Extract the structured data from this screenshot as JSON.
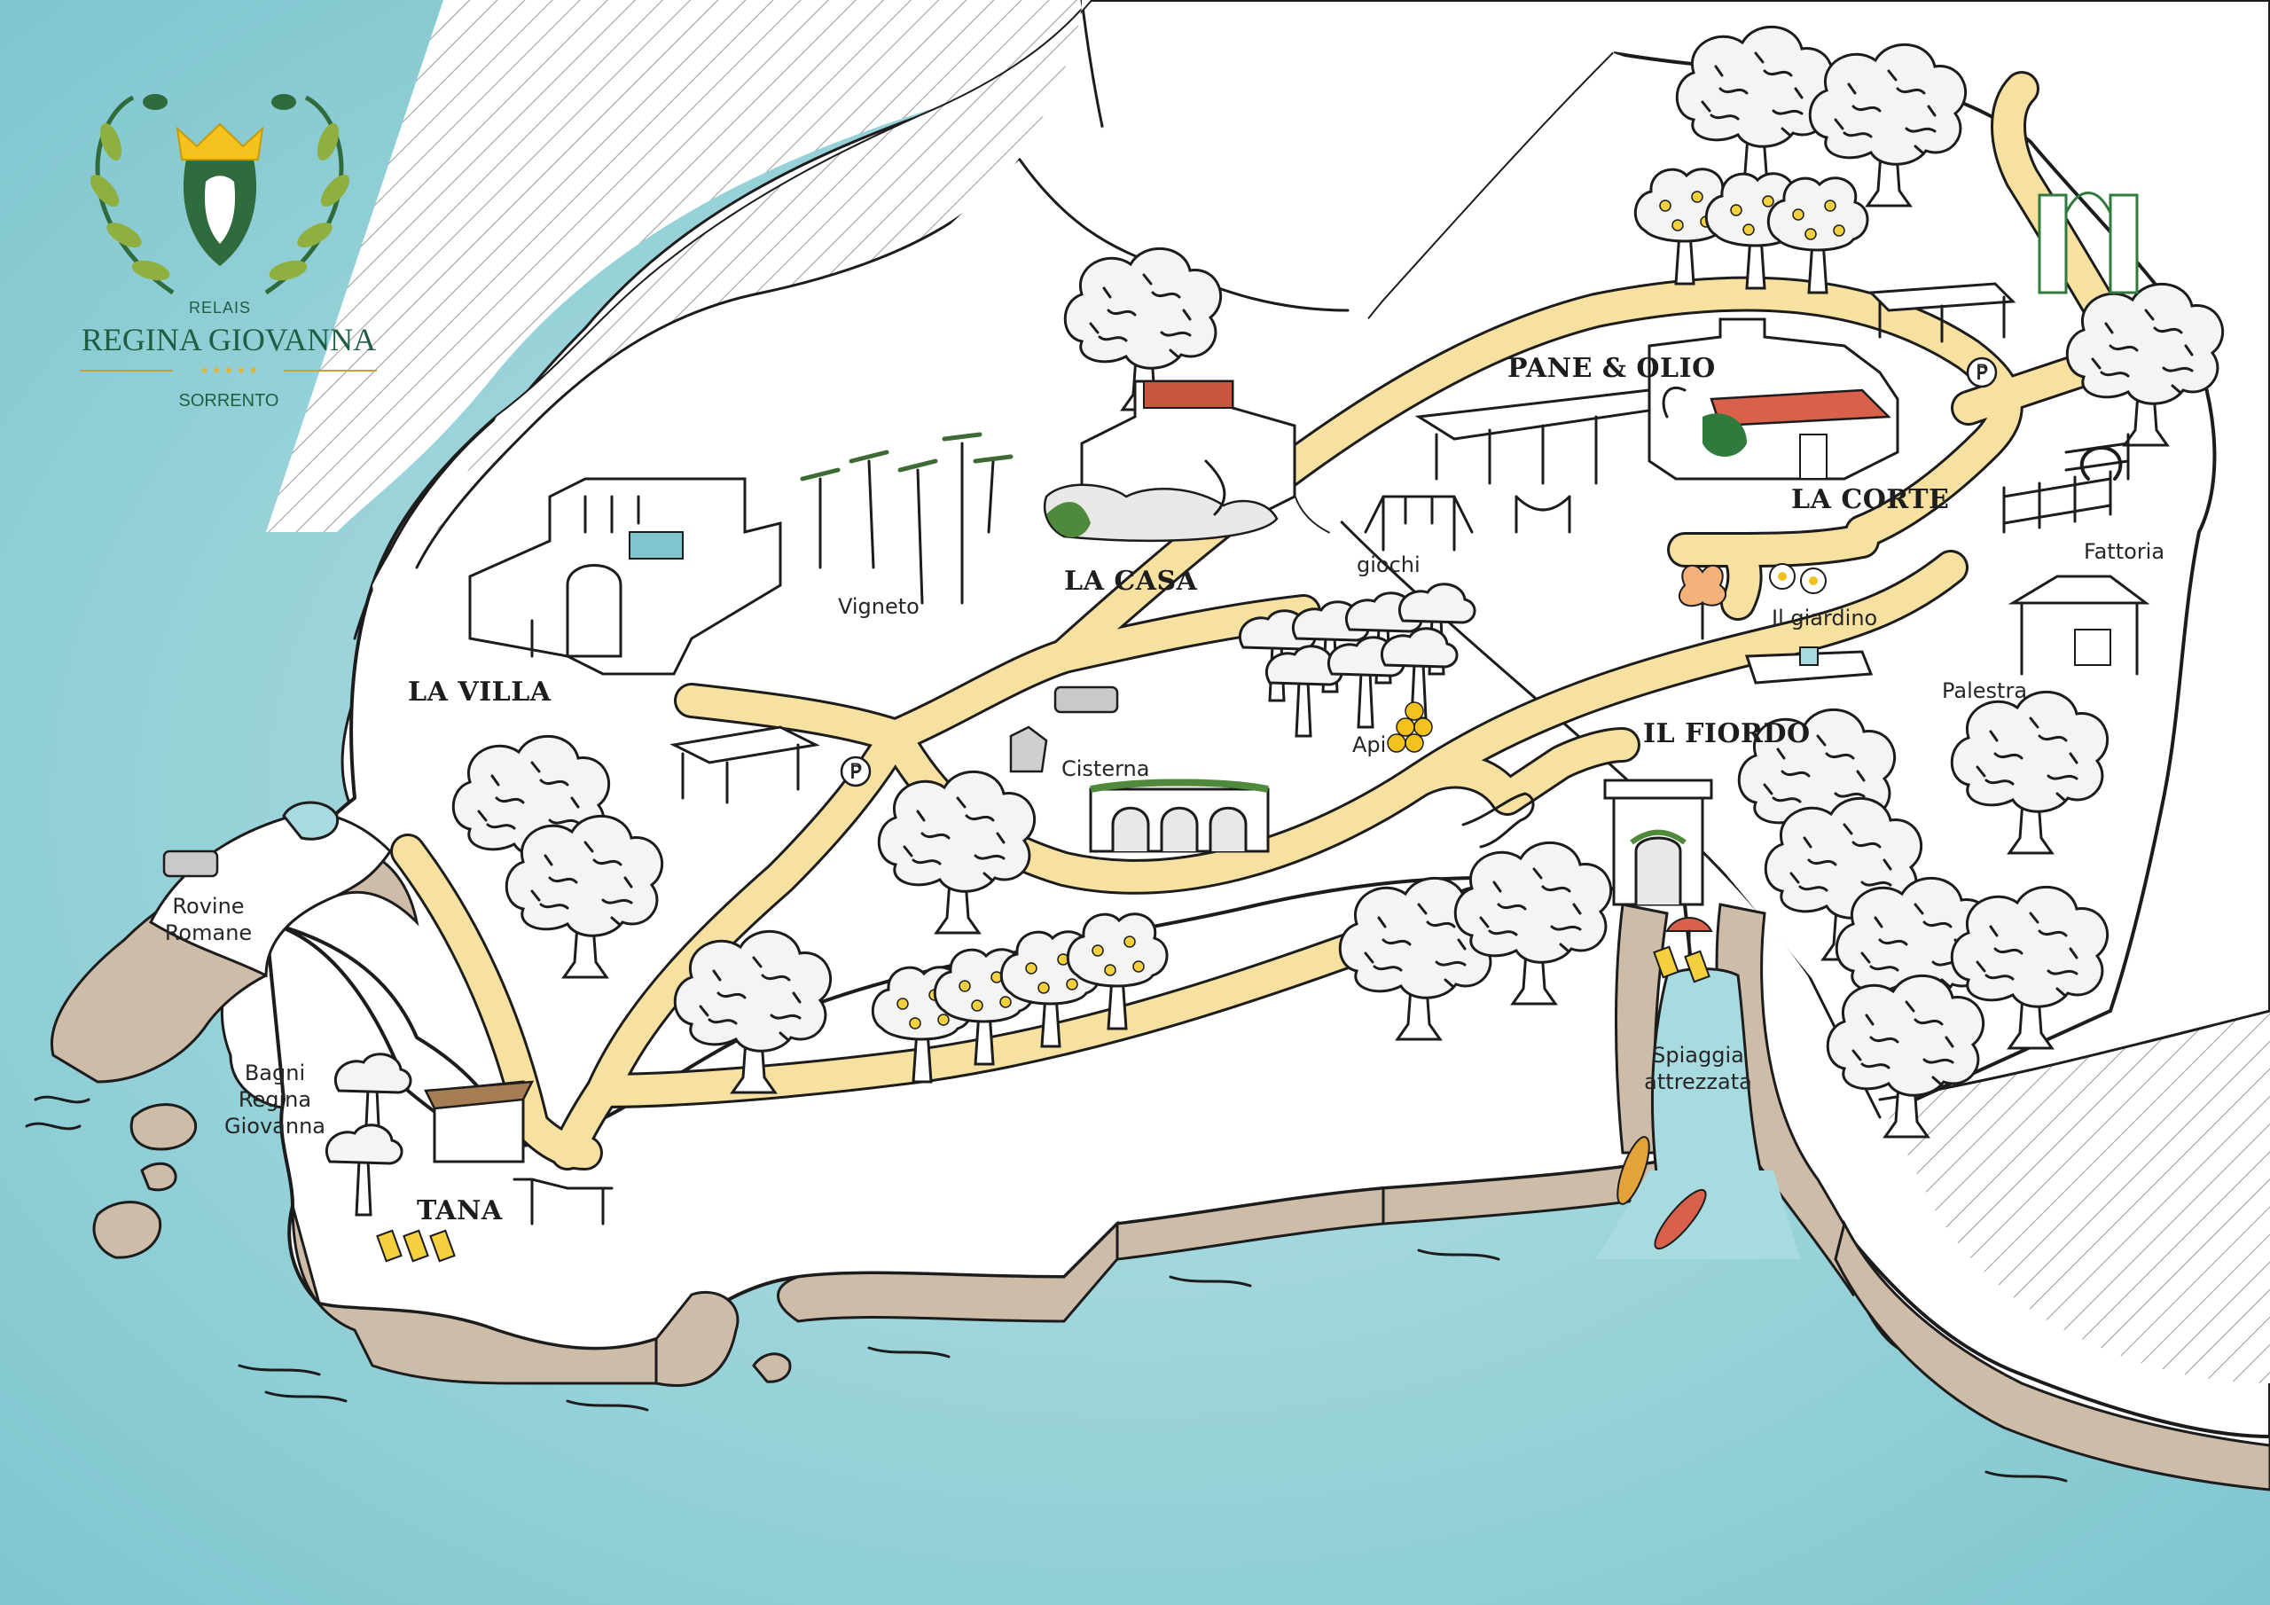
{
  "logo": {
    "relais": "RELAIS",
    "name": "REGINA GIOVANNA",
    "stars": "• • • • •",
    "city": "SORRENTO"
  },
  "labels": {
    "la_villa": "LA VILLA",
    "vigneto": "Vigneto",
    "la_casa": "LA CASA",
    "giochi": "giochi",
    "pane_olio": "PANE & OLIO",
    "la_corte": "LA CORTE",
    "fattoria": "Fattoria",
    "il_giardino": "Il giardino",
    "palestra": "Palestra",
    "api": "Api",
    "cisterna": "Cisterna",
    "il_fiordo": "IL FIORDO",
    "rovine_line1": "Rovine",
    "rovine_line2": "Romane",
    "bagni_line1": "Bagni",
    "bagni_line2": "Regina",
    "bagni_line3": "Giovanna",
    "tana": "TANA",
    "spiaggia_line1": "Spiaggia",
    "spiaggia_line2": "attrezzata",
    "parking": "P"
  },
  "colors": {
    "sea": "#a8dbe0",
    "land": "#ffffff",
    "road": "#f7e1a0",
    "cliff": "#cdbca8",
    "brand_green": "#1f5e43",
    "crown_gold": "#f4c21c"
  },
  "icons": {
    "parking": "parking-icon",
    "tree": "olive-tree-icon",
    "lemon": "lemon-tree-icon",
    "kayak": "kayak-icon",
    "umbrella": "beach-umbrella-icon"
  }
}
